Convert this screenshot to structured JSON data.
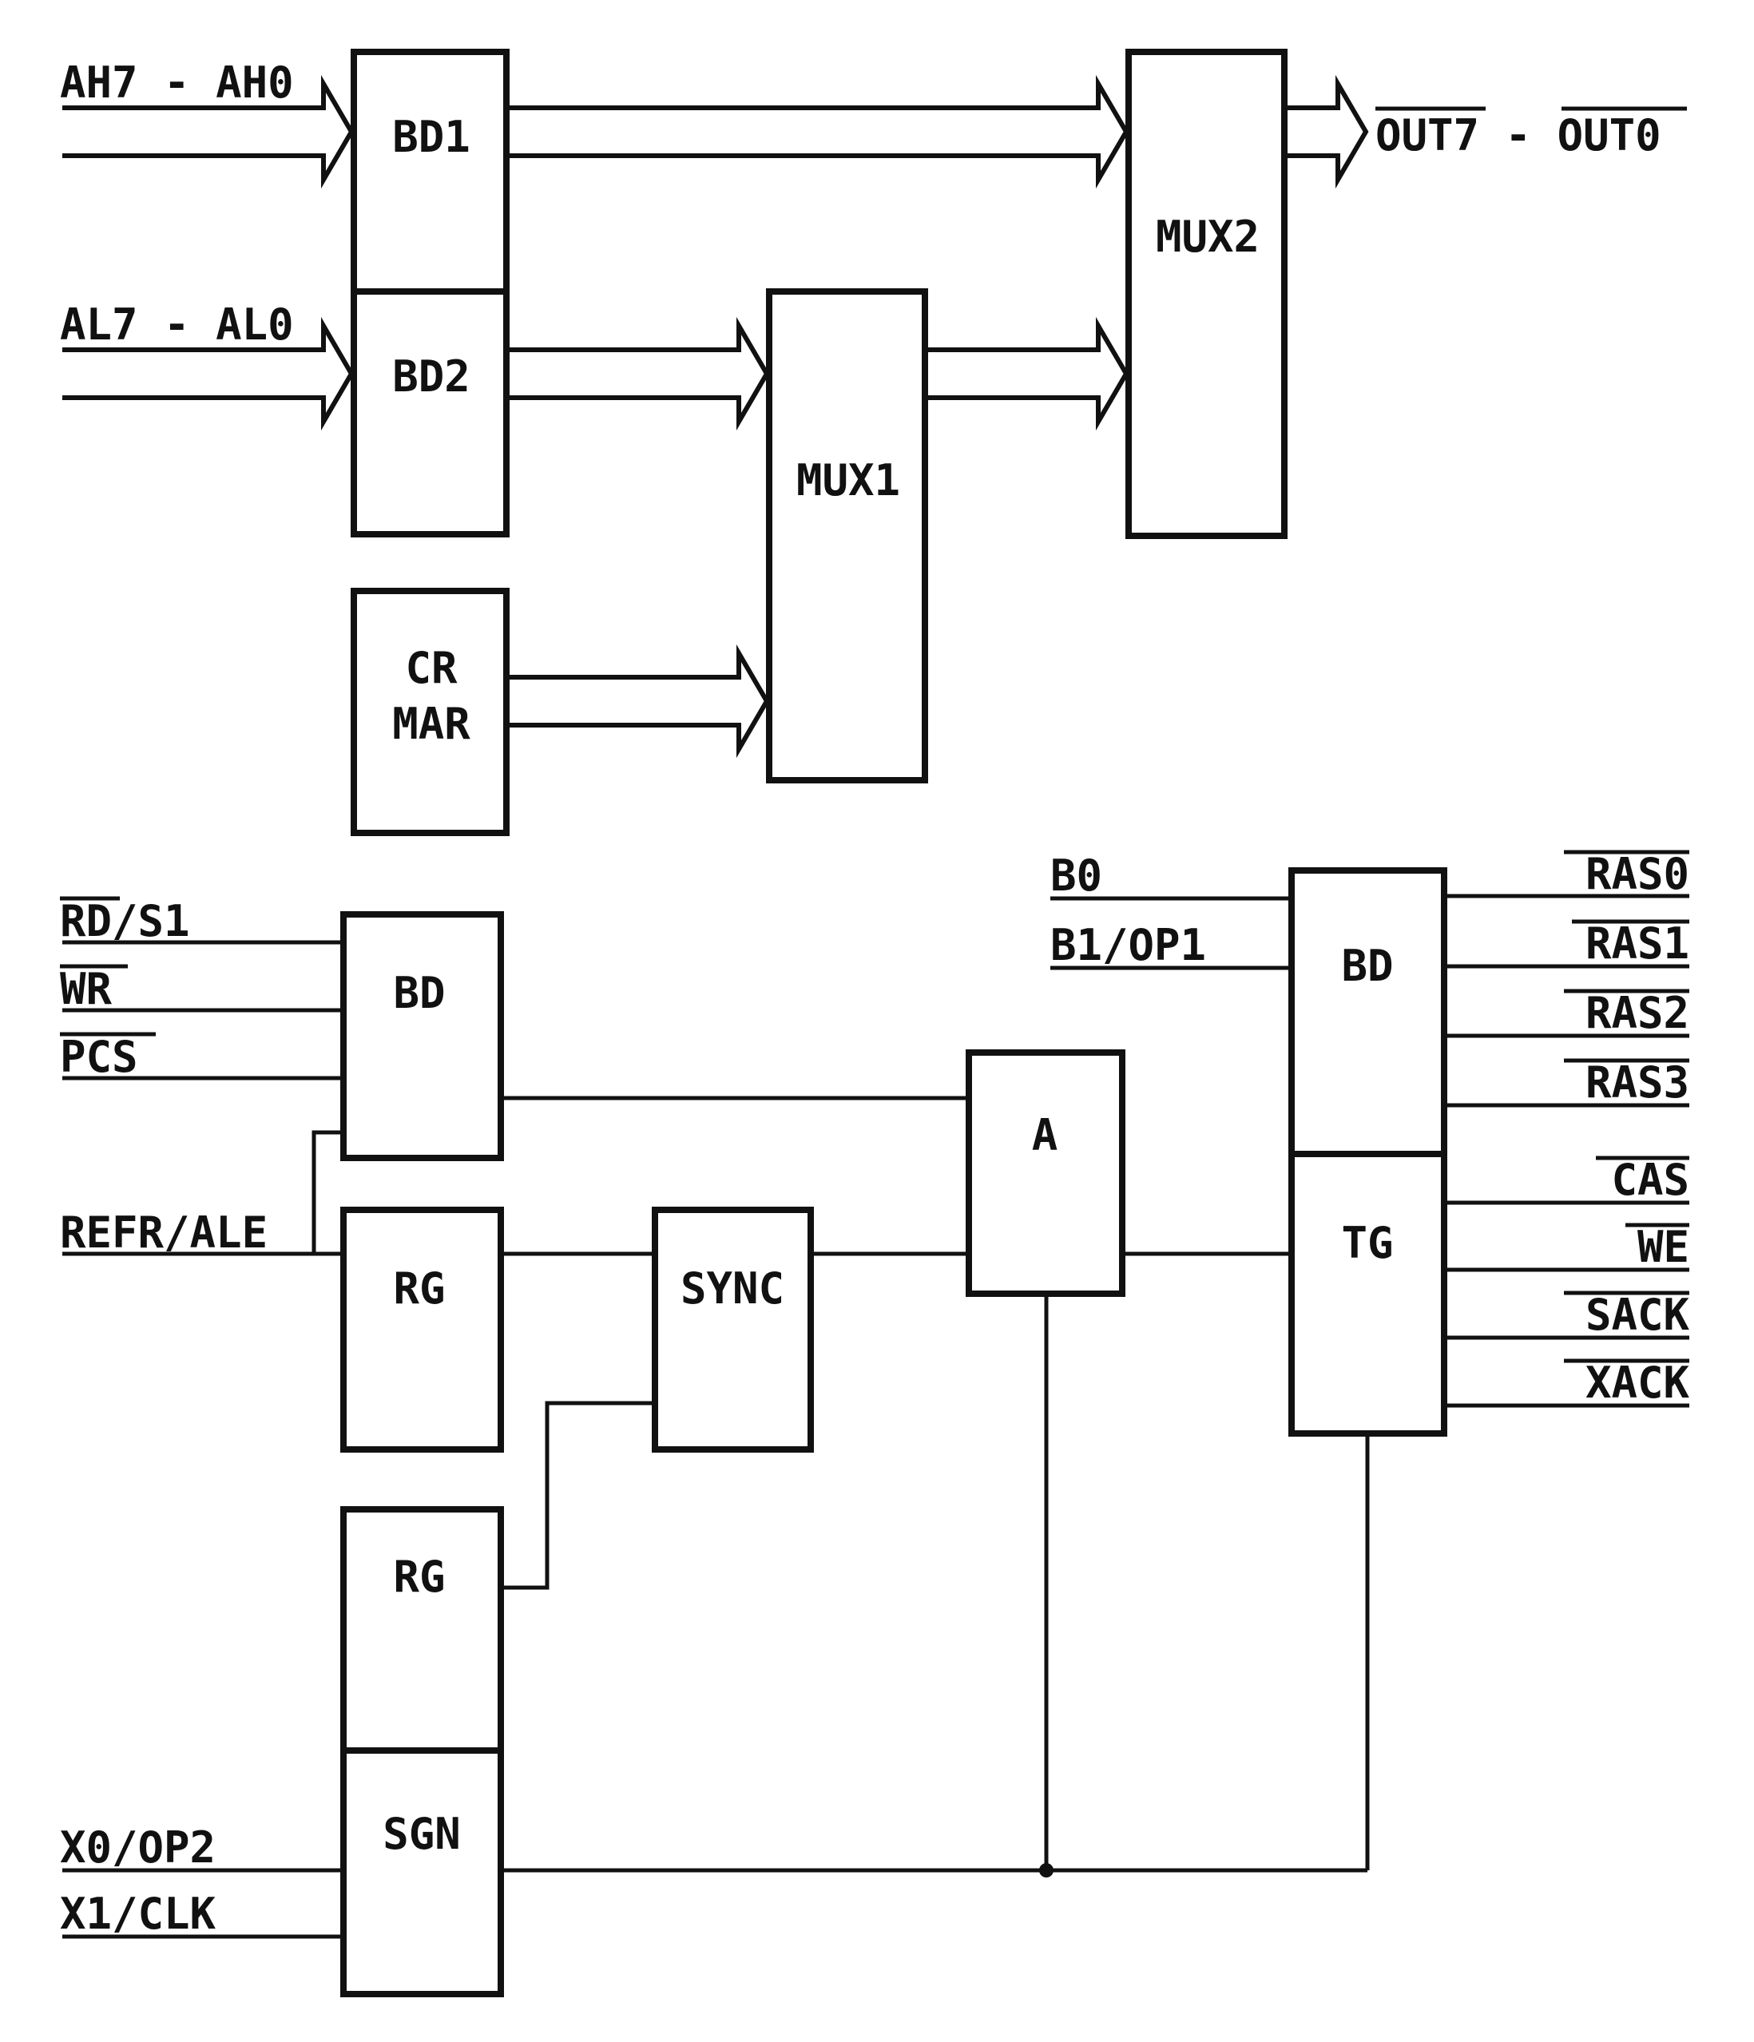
{
  "blocks": {
    "bd1": "BD1",
    "bd2": "BD2",
    "crmar_line1": "CR",
    "crmar_line2": "MAR",
    "mux1": "MUX1",
    "mux2": "MUX2",
    "bd_ctrl": "BD",
    "rg1": "RG",
    "sync": "SYNC",
    "rg2": "RG",
    "sgn": "SGN",
    "a": "A",
    "bd_out": "BD",
    "tg": "TG"
  },
  "signals": {
    "ah": "AH7 - AH0",
    "al": "AL7 - AL0",
    "out": "OUT7 - OUT0",
    "rd_s1": "RD/S1",
    "wr": "WR",
    "pcs": "PCS",
    "refr_ale": "REFR/ALE",
    "x0_op2": "X0/OP2",
    "x1_clk": "X1/CLK",
    "b0": "B0",
    "b1_op1": "B1/OP1",
    "ras0": "RAS0",
    "ras1": "RAS1",
    "ras2": "RAS2",
    "ras3": "RAS3",
    "cas": "CAS",
    "we": "WE",
    "sack": "SACK",
    "xack": "XACK"
  }
}
